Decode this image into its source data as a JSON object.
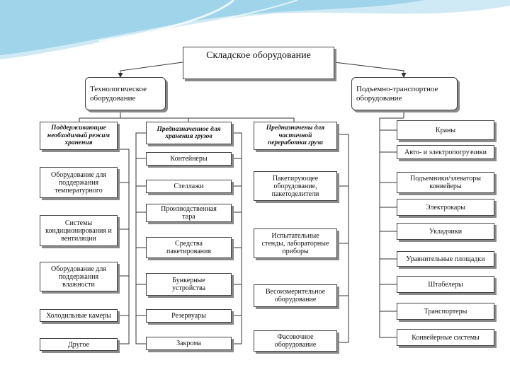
{
  "diagram": {
    "root": "Складское оборудование",
    "left_branch": "Технологическое\nоборудование",
    "right_branch": "Подъемно-транспортное\nоборудование",
    "columns": [
      {
        "header": "Поддерживающие\nнеобходимый режим\nхранения",
        "items": [
          "Оборудование для\nподдержания\nтемпературного",
          "Системы\nкондиционирования и\nвентиляции",
          "Оборудование для\nподдержания\nвлажности",
          "Холодильные камеры",
          "Другое"
        ]
      },
      {
        "header": "Предназначенное для\nхранения грузов",
        "items": [
          "Контейнеры",
          "Стеллажи",
          "Производственная\nтара",
          "Средства\nпакетирования",
          "Бункерные\nустройства",
          "Резервуары",
          "Закрома"
        ]
      },
      {
        "header": "Предназначены для\nчастичной\nпереработки груза",
        "items": [
          "Пакетирующее\nоборудование,\nпакетоделители",
          "Испытательные\nстенды, лабораторные\nприборы",
          "Весоизмерительное\nоборудование",
          "Фасовочное\nоборудование"
        ]
      },
      {
        "header": "",
        "items": [
          "Краны",
          "Авто- и электропогрузчики",
          "Подъемники/элеваторы\nконвейеры",
          "Электрокары",
          "Укладчики",
          "Уравнительные площадки",
          "Штабелеры",
          "Транспортеры",
          "Конвейерные системы"
        ]
      }
    ]
  }
}
